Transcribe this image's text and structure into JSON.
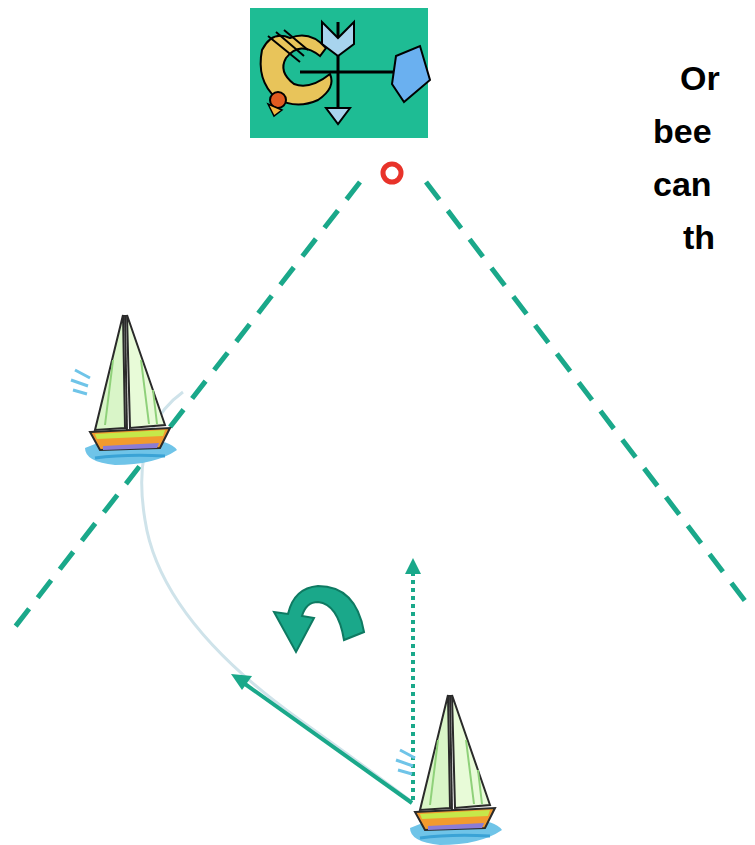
{
  "diagram": {
    "labels": [
      "Or",
      "bee",
      "can",
      "th"
    ]
  }
}
